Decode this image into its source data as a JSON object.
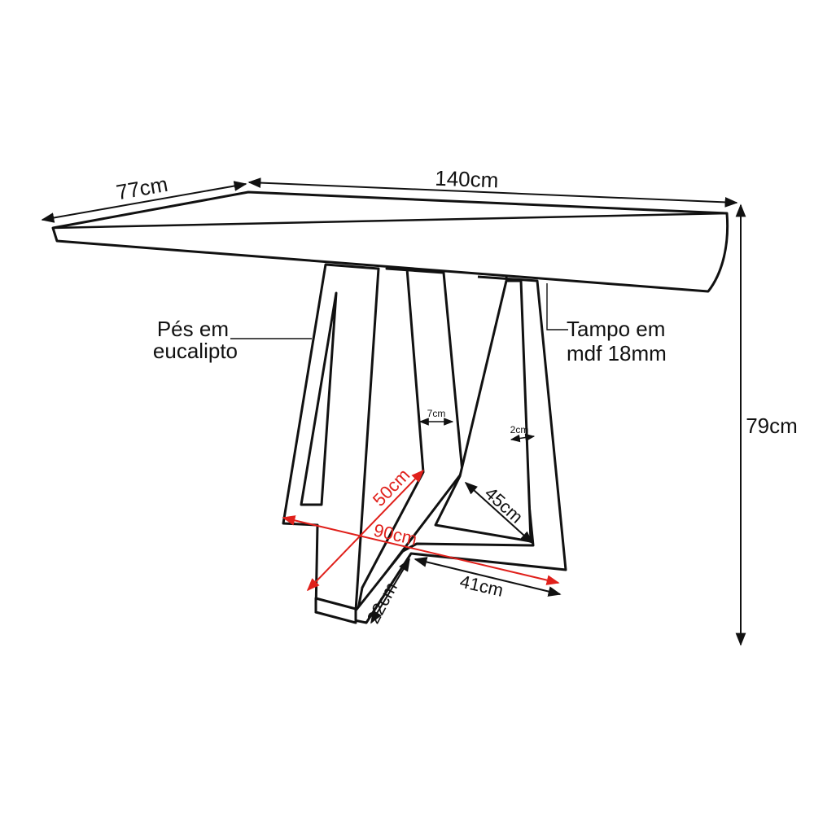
{
  "dimensions": {
    "depth": "77cm",
    "width": "140cm",
    "height": "79cm",
    "base_depth": "50cm",
    "base_diagonal": "90cm",
    "inner_diagonal": "45cm",
    "foot_width": "22cm",
    "foot_length": "41cm",
    "leg_width": "7cm",
    "leg_gap": "2cm"
  },
  "labels": {
    "legs_line1": "Pés em",
    "legs_line2": "eucalipto",
    "top_line1": "Tampo em",
    "top_line2": "mdf 18mm"
  },
  "colors": {
    "outline": "#111111",
    "highlight": "#e0201b"
  }
}
